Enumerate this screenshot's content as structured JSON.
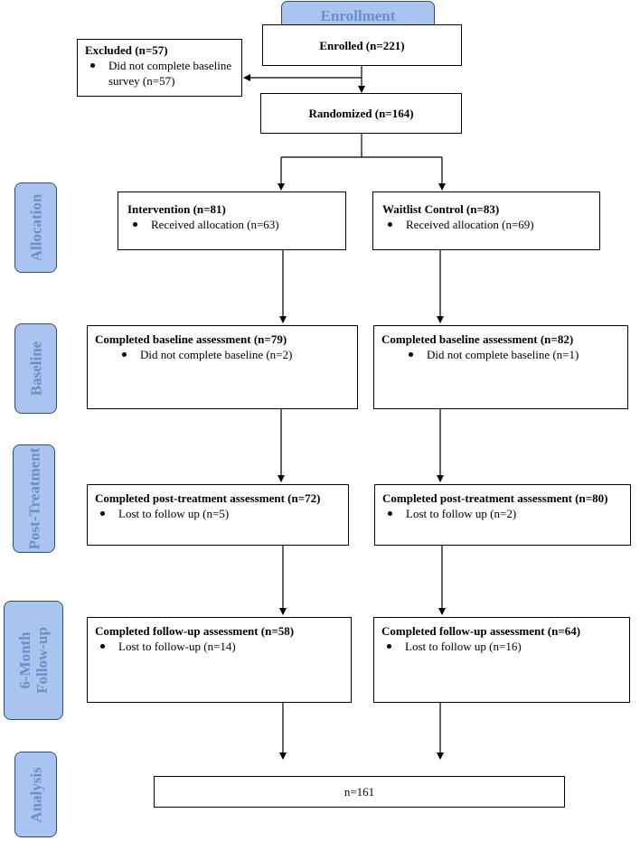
{
  "stages": {
    "enrollment": "Enrollment",
    "allocation": "Allocation",
    "baseline": "Baseline",
    "post_treatment": "Post-Treatment",
    "followup_line1": "6-Month",
    "followup_line2": "Follow-up",
    "analysis": "Analysis"
  },
  "enrolled": "Enrolled (n=221)",
  "excluded": {
    "title": "Excluded (n=57)",
    "bullets": [
      "Did not complete baseline survey (n=57)"
    ]
  },
  "randomized": "Randomized (n=164)",
  "arms": [
    {
      "allocation": {
        "title": "Intervention (n=81)",
        "bullet": "Received allocation (n=63)"
      },
      "baseline": {
        "title": "Completed baseline assessment (n=79)",
        "bullet": "Did not complete baseline (n=2)"
      },
      "post": {
        "title": "Completed post-treatment assessment (n=72)",
        "bullet": "Lost to follow up (n=5)"
      },
      "followup": {
        "title": "Completed follow-up assessment (n=58)",
        "bullet": "Lost to follow-up (n=14)"
      }
    },
    {
      "allocation": {
        "title": "Waitlist Control (n=83)",
        "bullet": "Received allocation (n=69)"
      },
      "baseline": {
        "title": "Completed baseline assessment (n=82)",
        "bullet": "Did not complete baseline (n=1)"
      },
      "post": {
        "title": "Completed post-treatment assessment (n=80)",
        "bullet": "Lost to follow up (n=2)"
      },
      "followup": {
        "title": "Completed follow-up assessment (n=64)",
        "bullet": "Lost to follow up (n=16)"
      }
    }
  ],
  "analysis_total": "n=161"
}
